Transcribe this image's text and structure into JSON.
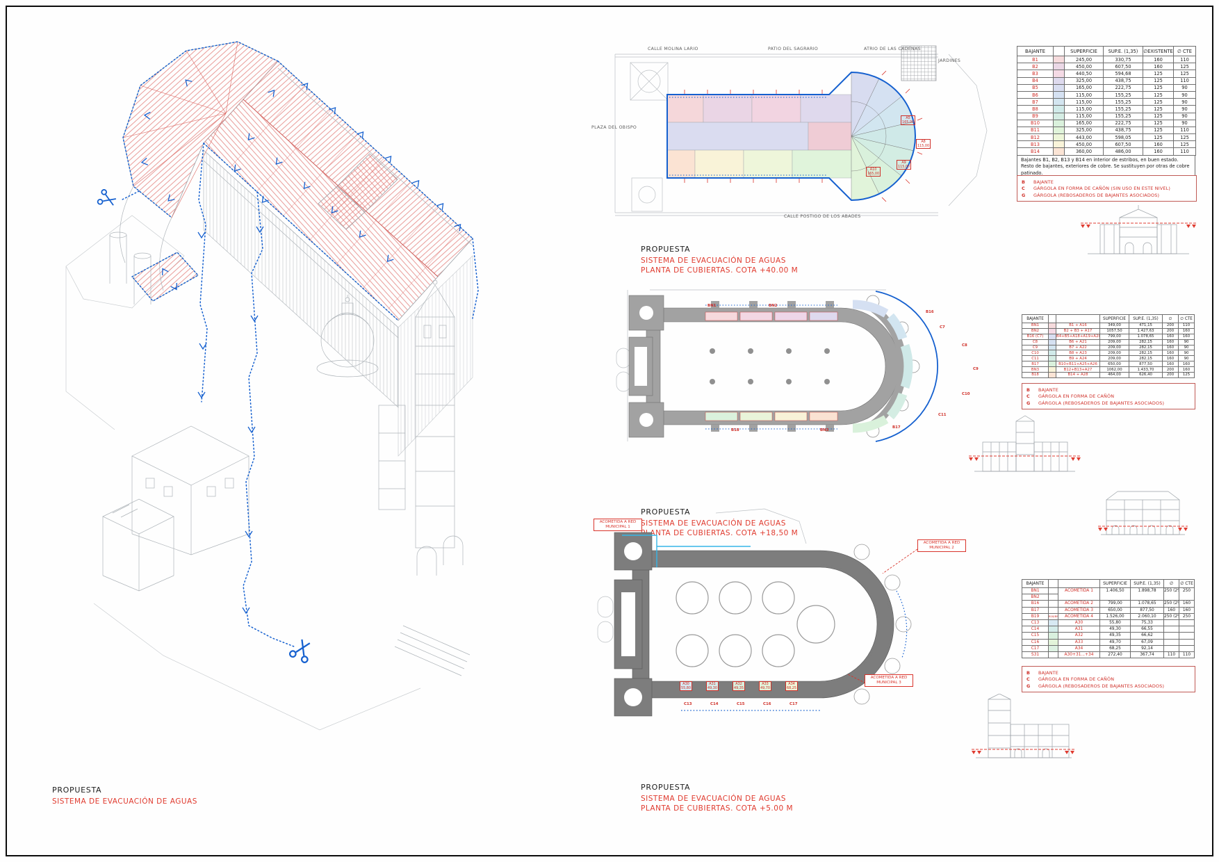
{
  "sheet": {
    "bg": "#fefefe",
    "frame_color": "#0b0b0b"
  },
  "colors": {
    "red": "#d9342b",
    "blue": "#1560cf",
    "cyan": "#35b6e8",
    "line_gray": "#9aa0a6"
  },
  "left_view": {
    "title": {
      "line1": "PROPUESTA",
      "line2": "SISTEMA DE EVACUACIÓN DE AGUAS"
    }
  },
  "plan40": {
    "title": {
      "line1": "PROPUESTA",
      "line2": "SISTEMA DE EVACUACIÓN DE AGUAS",
      "line3": "PLANTA DE CUBIERTAS.  COTA +40.00 M"
    },
    "streets": {
      "molina": "CALLE MOLINA LARIO",
      "sagrario": "PATIO DEL SAGRARIO",
      "cadenas": "ATRIO DE LAS CADENAS",
      "jardines": "JARDINES",
      "obispo": "PLAZA DEL OBISPO",
      "postigo": "CALLE POSTIGO DE LOS ABADES"
    },
    "area_labels": [
      {
        "id": "A5",
        "v": "165,00"
      },
      {
        "id": "A8",
        "v": "115,00"
      },
      {
        "id": "A9",
        "v": "115,00"
      },
      {
        "id": "A10",
        "v": "165,00"
      }
    ]
  },
  "plan18": {
    "title": {
      "line1": "PROPUESTA",
      "line2": "SISTEMA DE EVACUACIÓN DE AGUAS",
      "line3": "PLANTA DE CUBIERTAS.  COTA +18,50 M"
    },
    "labels": [
      "BN1",
      "BN2",
      "B16",
      "C7",
      "C8",
      "C9",
      "C10",
      "C11",
      "B17",
      "BN3",
      "B18"
    ]
  },
  "plan5": {
    "title": {
      "line1": "PROPUESTA",
      "line2": "SISTEMA DE EVACUACIÓN DE AGUAS",
      "line3": "PLANTA DE CUBIERTAS.  COTA +5.00 M"
    },
    "acometidas": [
      "ACOMETIDA A RED MUNICIPAL 1",
      "ACOMETIDA A RED MUNICIPAL 2",
      "ACOMETIDA A RED MUNICIPAL 3"
    ],
    "area_labels": [
      {
        "id": "A30",
        "v": "55,80"
      },
      {
        "id": "A31",
        "v": "49,30"
      },
      {
        "id": "A32",
        "v": "49,35"
      },
      {
        "id": "A33",
        "v": "49,70"
      },
      {
        "id": "A34",
        "v": "68,25"
      }
    ],
    "c_labels": [
      "C13",
      "C14",
      "C15",
      "C16",
      "C17"
    ]
  },
  "tables": {
    "t40": {
      "headers": [
        "BAJANTE",
        "",
        "SUPERFICIE",
        "SUP.E. (1,35)",
        "∅EXISTENTE",
        "∅ CTE"
      ],
      "rows": [
        {
          "id": "B1",
          "color": "#f6dbdd",
          "sup": "245,00",
          "supe": "330,75",
          "phi": "160",
          "cte": "110"
        },
        {
          "id": "B2",
          "color": "#ebd8e6",
          "sup": "450,00",
          "supe": "607,50",
          "phi": "160",
          "cte": "125"
        },
        {
          "id": "B3",
          "color": "#f4dae5",
          "sup": "440,50",
          "supe": "594,68",
          "phi": "125",
          "cte": "125"
        },
        {
          "id": "B4",
          "color": "#dedaee",
          "sup": "325,00",
          "supe": "438,75",
          "phi": "125",
          "cte": "110"
        },
        {
          "id": "B5",
          "color": "#d9def1",
          "sup": "165,00",
          "supe": "222,75",
          "phi": "125",
          "cte": "90"
        },
        {
          "id": "B6",
          "color": "#d5e1f2",
          "sup": "115,00",
          "supe": "155,25",
          "phi": "125",
          "cte": "90"
        },
        {
          "id": "B7",
          "color": "#d3e5f0",
          "sup": "115,00",
          "supe": "155,25",
          "phi": "125",
          "cte": "90"
        },
        {
          "id": "B8",
          "color": "#d0eae9",
          "sup": "115,00",
          "supe": "155,25",
          "phi": "125",
          "cte": "90"
        },
        {
          "id": "B9",
          "color": "#d5ede4",
          "sup": "115,00",
          "supe": "155,25",
          "phi": "125",
          "cte": "90"
        },
        {
          "id": "B10",
          "color": "#daf1dc",
          "sup": "165,00",
          "supe": "222,75",
          "phi": "125",
          "cte": "90"
        },
        {
          "id": "B11",
          "color": "#e0f4da",
          "sup": "325,00",
          "supe": "438,75",
          "phi": "125",
          "cte": "110"
        },
        {
          "id": "B12",
          "color": "#edf6d9",
          "sup": "443,00",
          "supe": "598,05",
          "phi": "125",
          "cte": "125"
        },
        {
          "id": "B13",
          "color": "#f9f4d9",
          "sup": "450,00",
          "supe": "607,50",
          "phi": "160",
          "cte": "125"
        },
        {
          "id": "B14",
          "color": "#fbe4d5",
          "sup": "360,00",
          "supe": "486,00",
          "phi": "160",
          "cte": "110"
        }
      ],
      "note": "Bajantes B1, B2, B13 y B14 en interior de estribos, en buen estado.  Resto de bajantes, exteriores de cobre. Se sustituyen por otras de cobre patinado.",
      "legend": [
        {
          "k": "B",
          "v": "BAJANTE"
        },
        {
          "k": "C",
          "v": "GÁRGOLA EN FORMA DE CAÑÓN (SIN USO EN ESTE NIVEL)"
        },
        {
          "k": "G",
          "v": "GÁRGOLA (REBOSADEROS DE BAJANTES ASOCIADOS)"
        }
      ]
    },
    "t18": {
      "headers": [
        "BAJANTE",
        "",
        "",
        "SUPERFICIE",
        "SUP.E. (1,35)",
        "∅",
        "∅ CTE"
      ],
      "rows": [
        {
          "id": "BN1",
          "color": "#f6dbdd",
          "comp": "B1 + A16",
          "sup": "349,00",
          "supe": "471,15",
          "phi": "200",
          "cte": "110"
        },
        {
          "id": "BN2",
          "color": "#f4dae5",
          "comp": "B2 + B3 + A17",
          "sup": "1057,50",
          "supe": "1.427,63",
          "phi": "200",
          "cte": "160"
        },
        {
          "id": "B16 (C7)",
          "color": "#d9def1",
          "comp": "B4+B5+A18+A19+A20",
          "sup": "799,00",
          "supe": "1.078,65",
          "phi": "160",
          "cte": "160"
        },
        {
          "id": "C8",
          "color": "#d5e1f2",
          "comp": "B6 + A21",
          "sup": "209,00",
          "supe": "282,15",
          "phi": "160",
          "cte": "90"
        },
        {
          "id": "C9",
          "color": "#d3e5f0",
          "comp": "B7 + A22",
          "sup": "209,00",
          "supe": "282,15",
          "phi": "160",
          "cte": "90"
        },
        {
          "id": "C10",
          "color": "#d0eae9",
          "comp": "B8 + A23",
          "sup": "209,00",
          "supe": "282,15",
          "phi": "160",
          "cte": "90"
        },
        {
          "id": "C11",
          "color": "#d5ede4",
          "comp": "B9 + A24",
          "sup": "209,00",
          "supe": "282,15",
          "phi": "160",
          "cte": "90"
        },
        {
          "id": "B17",
          "color": "#daf1dc",
          "comp": "B10+B11+A25+A26",
          "sup": "650,00",
          "supe": "877,50",
          "phi": "160",
          "cte": "160"
        },
        {
          "id": "BN3",
          "color": "#f9f4d9",
          "comp": "B12+B13+A27",
          "sup": "1062,00",
          "supe": "1.433,70",
          "phi": "200",
          "cte": "160"
        },
        {
          "id": "B18",
          "color": "#fbe4d5",
          "comp": "B14 + A28",
          "sup": "464,00",
          "supe": "626,40",
          "phi": "200",
          "cte": "125"
        }
      ],
      "legend": [
        {
          "k": "B",
          "v": "BAJANTE"
        },
        {
          "k": "C",
          "v": "GÁRGOLA EN FORMA DE CAÑÓN"
        },
        {
          "k": "G",
          "v": "GÁRGOLA (REBOSADEROS DE BAJANTES ASOCIADOS)"
        }
      ]
    },
    "t5": {
      "headers": [
        "BAJANTE",
        "",
        "",
        "SUPERFICIE",
        "SUP.E. (1,35)",
        "∅",
        "∅ CTE"
      ],
      "rows": [
        {
          "id": "BN1",
          "_cls": "gt",
          "comp": "ACOMETIDA 1",
          "sup": "1.406,50",
          "supe": "1.898,78",
          "phi": "250 (2%)",
          "cte": "250"
        },
        {
          "id": "BN2",
          "_cls": "gb",
          "comp": "",
          "sup": "",
          "supe": "",
          "phi": "",
          "cte": ""
        },
        {
          "id": "B16",
          "comp": "ACOMETIDA 2",
          "sup": "799,00",
          "supe": "1.078,65",
          "phi": "250 (2%)",
          "cte": "160"
        },
        {
          "id": "B17",
          "comp": "ACOMETIDA 3",
          "sup": "650,00",
          "supe": "877,50",
          "phi": "160",
          "cte": "160"
        },
        {
          "id": "B19",
          "note": "B18/BN3",
          "comp": "ACOMETIDA 4",
          "sup": "1.526,00",
          "supe": "2.060,10",
          "phi": "250 (2%)",
          "cte": "250"
        },
        {
          "id": "C13",
          "color": "#d7e9f3",
          "comp": "A30",
          "sup": "55,80",
          "supe": "75,33",
          "phi": "",
          "cte": ""
        },
        {
          "id": "C14",
          "color": "#d4ecea",
          "comp": "A31",
          "sup": "49,30",
          "supe": "66,55",
          "phi": "",
          "cte": ""
        },
        {
          "id": "C15",
          "color": "#d9f0de",
          "comp": "A32",
          "sup": "49,35",
          "supe": "66,62",
          "phi": "",
          "cte": ""
        },
        {
          "id": "C16",
          "color": "#e3f4da",
          "comp": "A33",
          "sup": "49,70",
          "supe": "67,09",
          "phi": "",
          "cte": ""
        },
        {
          "id": "C17",
          "color": "#ddf1e2",
          "comp": "A34",
          "sup": "68,25",
          "supe": "92,14",
          "phi": "",
          "cte": ""
        },
        {
          "id": "S31",
          "comp": "A30+31...+34",
          "sup": "272,40",
          "supe": "367,74",
          "phi": "110",
          "cte": "110"
        }
      ],
      "legend": [
        {
          "k": "B",
          "v": "BAJANTE"
        },
        {
          "k": "C",
          "v": "GÁRGOLA EN FORMA DE CAÑÓN"
        },
        {
          "k": "G",
          "v": "GÁRGOLA (REBOSADEROS DE BAJANTES ASOCIADOS)"
        }
      ]
    }
  }
}
